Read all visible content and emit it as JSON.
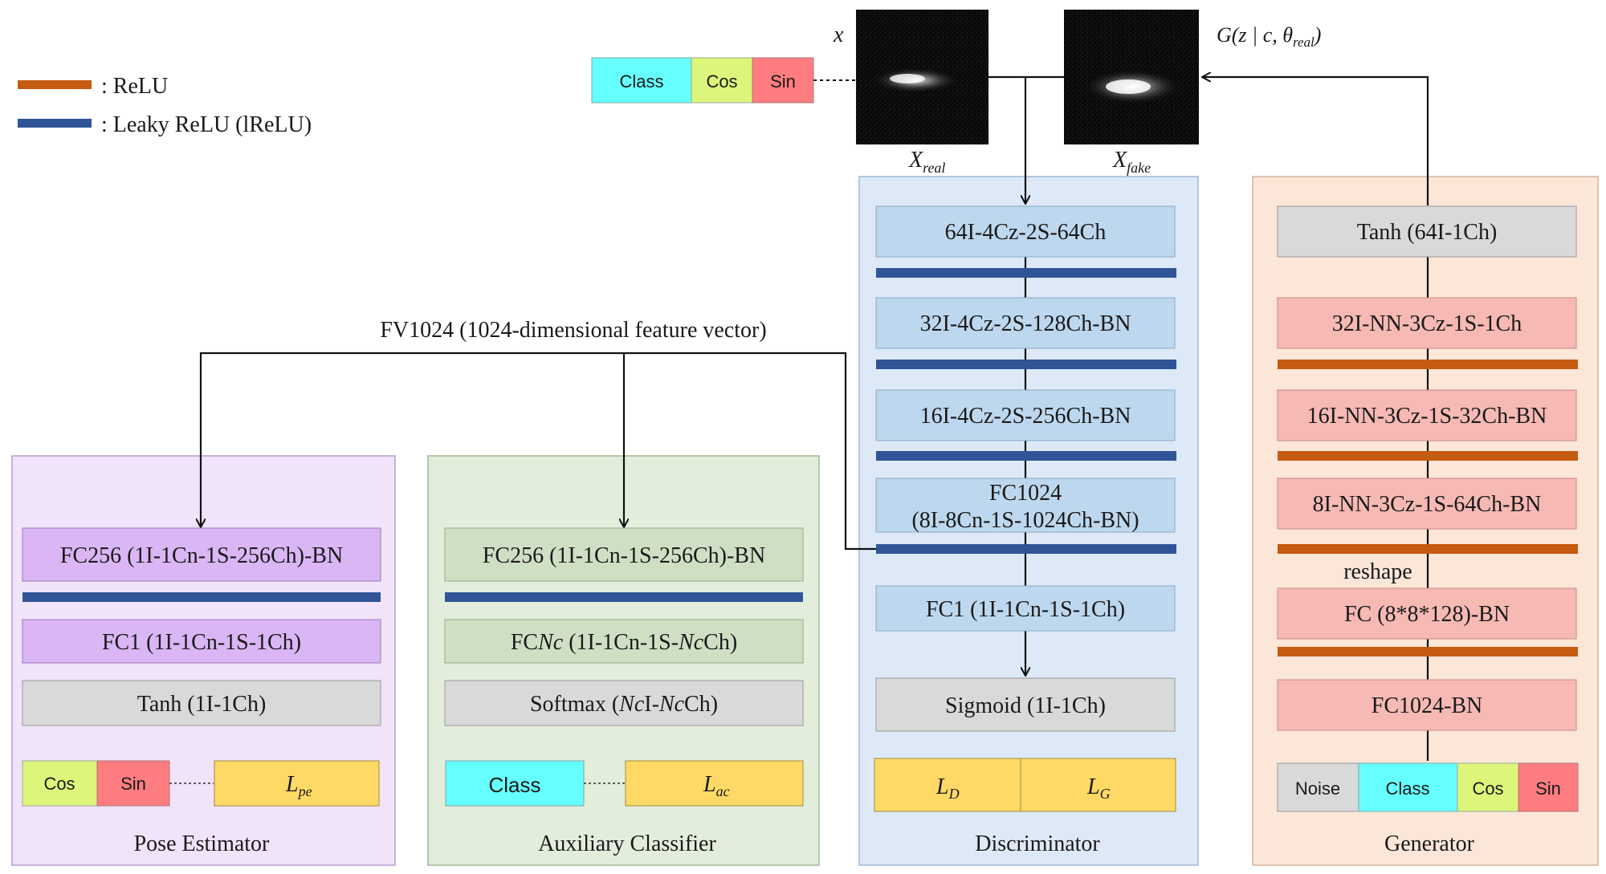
{
  "legend": {
    "relu": ": ReLU",
    "lrelu": ": Leaky ReLU (lReLU)"
  },
  "colors": {
    "relu": "#c55a11",
    "lrelu": "#2f5597",
    "pose_bg": "#f1e3fa",
    "aux_bg": "#e3eddb",
    "disc_bg": "#dde9f7",
    "gen_bg": "#fbe6d8",
    "pose_block": "#dab6f5",
    "aux_block": "#cfdfc4",
    "disc_block": "#bdd7ee",
    "gen_block": "#f6b9b4",
    "gray_block": "#d9d9d9",
    "class": "#66ffff",
    "cos": "#ddf57a",
    "sin": "#ff7c80",
    "loss": "#ffd966"
  },
  "top": {
    "x_label": "x",
    "xreal_main": "X",
    "xreal_sub": "real",
    "xfake_main": "X",
    "xfake_sub": "fake",
    "g_label": "G(z | c, θ",
    "g_sub": "real",
    "g_close": ")",
    "class": "Class",
    "cos": "Cos",
    "sin": "Sin"
  },
  "fv_label": "FV1024 (1024-dimensional feature vector)",
  "pose": {
    "title": "Pose Estimator",
    "fc256": "FC256 (1I-1Cn-1S-256Ch)-BN",
    "fc1": "FC1 (1I-1Cn-1S-1Ch)",
    "tanh": "Tanh (1I-1Ch)",
    "cos": "Cos",
    "sin": "Sin",
    "loss_main": "L",
    "loss_sub": "pe"
  },
  "aux": {
    "title": "Auxiliary Classifier",
    "fc256": "FC256 (1I-1Cn-1S-256Ch)-BN",
    "fcnc_a": "FC",
    "fcnc_b": "Nc",
    "fcnc_c": " (1I-1Cn-1S-",
    "fcnc_d": "Nc",
    "fcnc_e": "Ch)",
    "softmax_a": "Softmax (",
    "softmax_b": "Nc",
    "softmax_c": "I-",
    "softmax_d": "Nc",
    "softmax_e": "Ch)",
    "class": "Class",
    "loss_main": "L",
    "loss_sub": "ac"
  },
  "disc": {
    "title": "Discriminator",
    "b1": "64I-4Cz-2S-64Ch",
    "b2": "32I-4Cz-2S-128Ch-BN",
    "b3": "16I-4Cz-2S-256Ch-BN",
    "b4_line1": "FC1024",
    "b4_line2": "(8I-8Cn-1S-1024Ch-BN)",
    "b5": "FC1 (1I-1Cn-1S-1Ch)",
    "sigmoid": "Sigmoid (1I-1Ch)",
    "ld_main": "L",
    "ld_sub": "D",
    "lg_main": "L",
    "lg_sub": "G"
  },
  "gen": {
    "title": "Generator",
    "tanh": "Tanh (64I-1Ch)",
    "b1": "32I-NN-3Cz-1S-1Ch",
    "b2": "16I-NN-3Cz-1S-32Ch-BN",
    "b3": "8I-NN-3Cz-1S-64Ch-BN",
    "reshape": "reshape",
    "fc": "FC (8*8*128)-BN",
    "fc1024": "FC1024-BN",
    "noise": "Noise",
    "class": "Class",
    "cos": "Cos",
    "sin": "Sin"
  }
}
